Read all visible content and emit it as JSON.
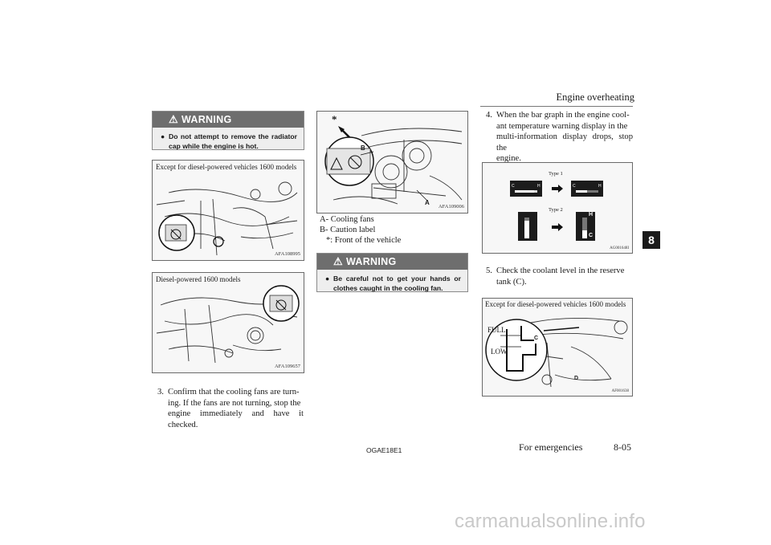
{
  "header": {
    "title": "Engine overheating",
    "chapter": "8"
  },
  "left": {
    "warning": {
      "label": "WARNING",
      "text": "Do not attempt to remove the radiator cap while the engine is hot."
    },
    "fig1": {
      "caption": "Except for diesel-powered vehicles 1600 models",
      "code": "AFA108995"
    },
    "fig2": {
      "caption": "Diesel-powered 1600 models",
      "code": "AFA109657"
    },
    "step3": {
      "num": "3.",
      "line1": "Confirm that the cooling fans are turn-",
      "line2": "ing. If the fans are not turning, stop the",
      "line3": "engine immediately and have it checked."
    }
  },
  "middle": {
    "fig": {
      "code": "AFA109006",
      "mark_a": "A",
      "mark_b": "B",
      "mark_star": "*"
    },
    "legend": [
      {
        "key": "A-",
        "text": "Cooling fans"
      },
      {
        "key": "B-",
        "text": "Caution label"
      },
      {
        "key": "*:",
        "text": "Front of the vehicle"
      }
    ],
    "warning": {
      "label": "WARNING",
      "text": "Be careful not to get your hands or clothes caught in the cooling fan."
    }
  },
  "right": {
    "step4": {
      "num": "4.",
      "line1": "When the bar graph in the engine cool-",
      "line2": "ant temperature warning display in the",
      "line3": "multi-information display drops, stop the",
      "line4": "engine."
    },
    "fig_gauge": {
      "type1": "Type 1",
      "type2": "Type 2",
      "code": "AG001648I",
      "h": "H",
      "c": "C"
    },
    "step5": {
      "num": "5.",
      "line1": "Check the coolant level in the reserve",
      "line2": "tank (C)."
    },
    "fig_tank": {
      "caption": "Except for diesel-powered vehicles 1600 models",
      "full": "FULL",
      "low": "LOW",
      "mark_c": "C",
      "mark_d": "D",
      "code": "AF001638"
    }
  },
  "footer": {
    "code": "OGAE18E1",
    "section": "For emergencies",
    "page": "8-05"
  },
  "watermark": "carmanualsonline.info"
}
